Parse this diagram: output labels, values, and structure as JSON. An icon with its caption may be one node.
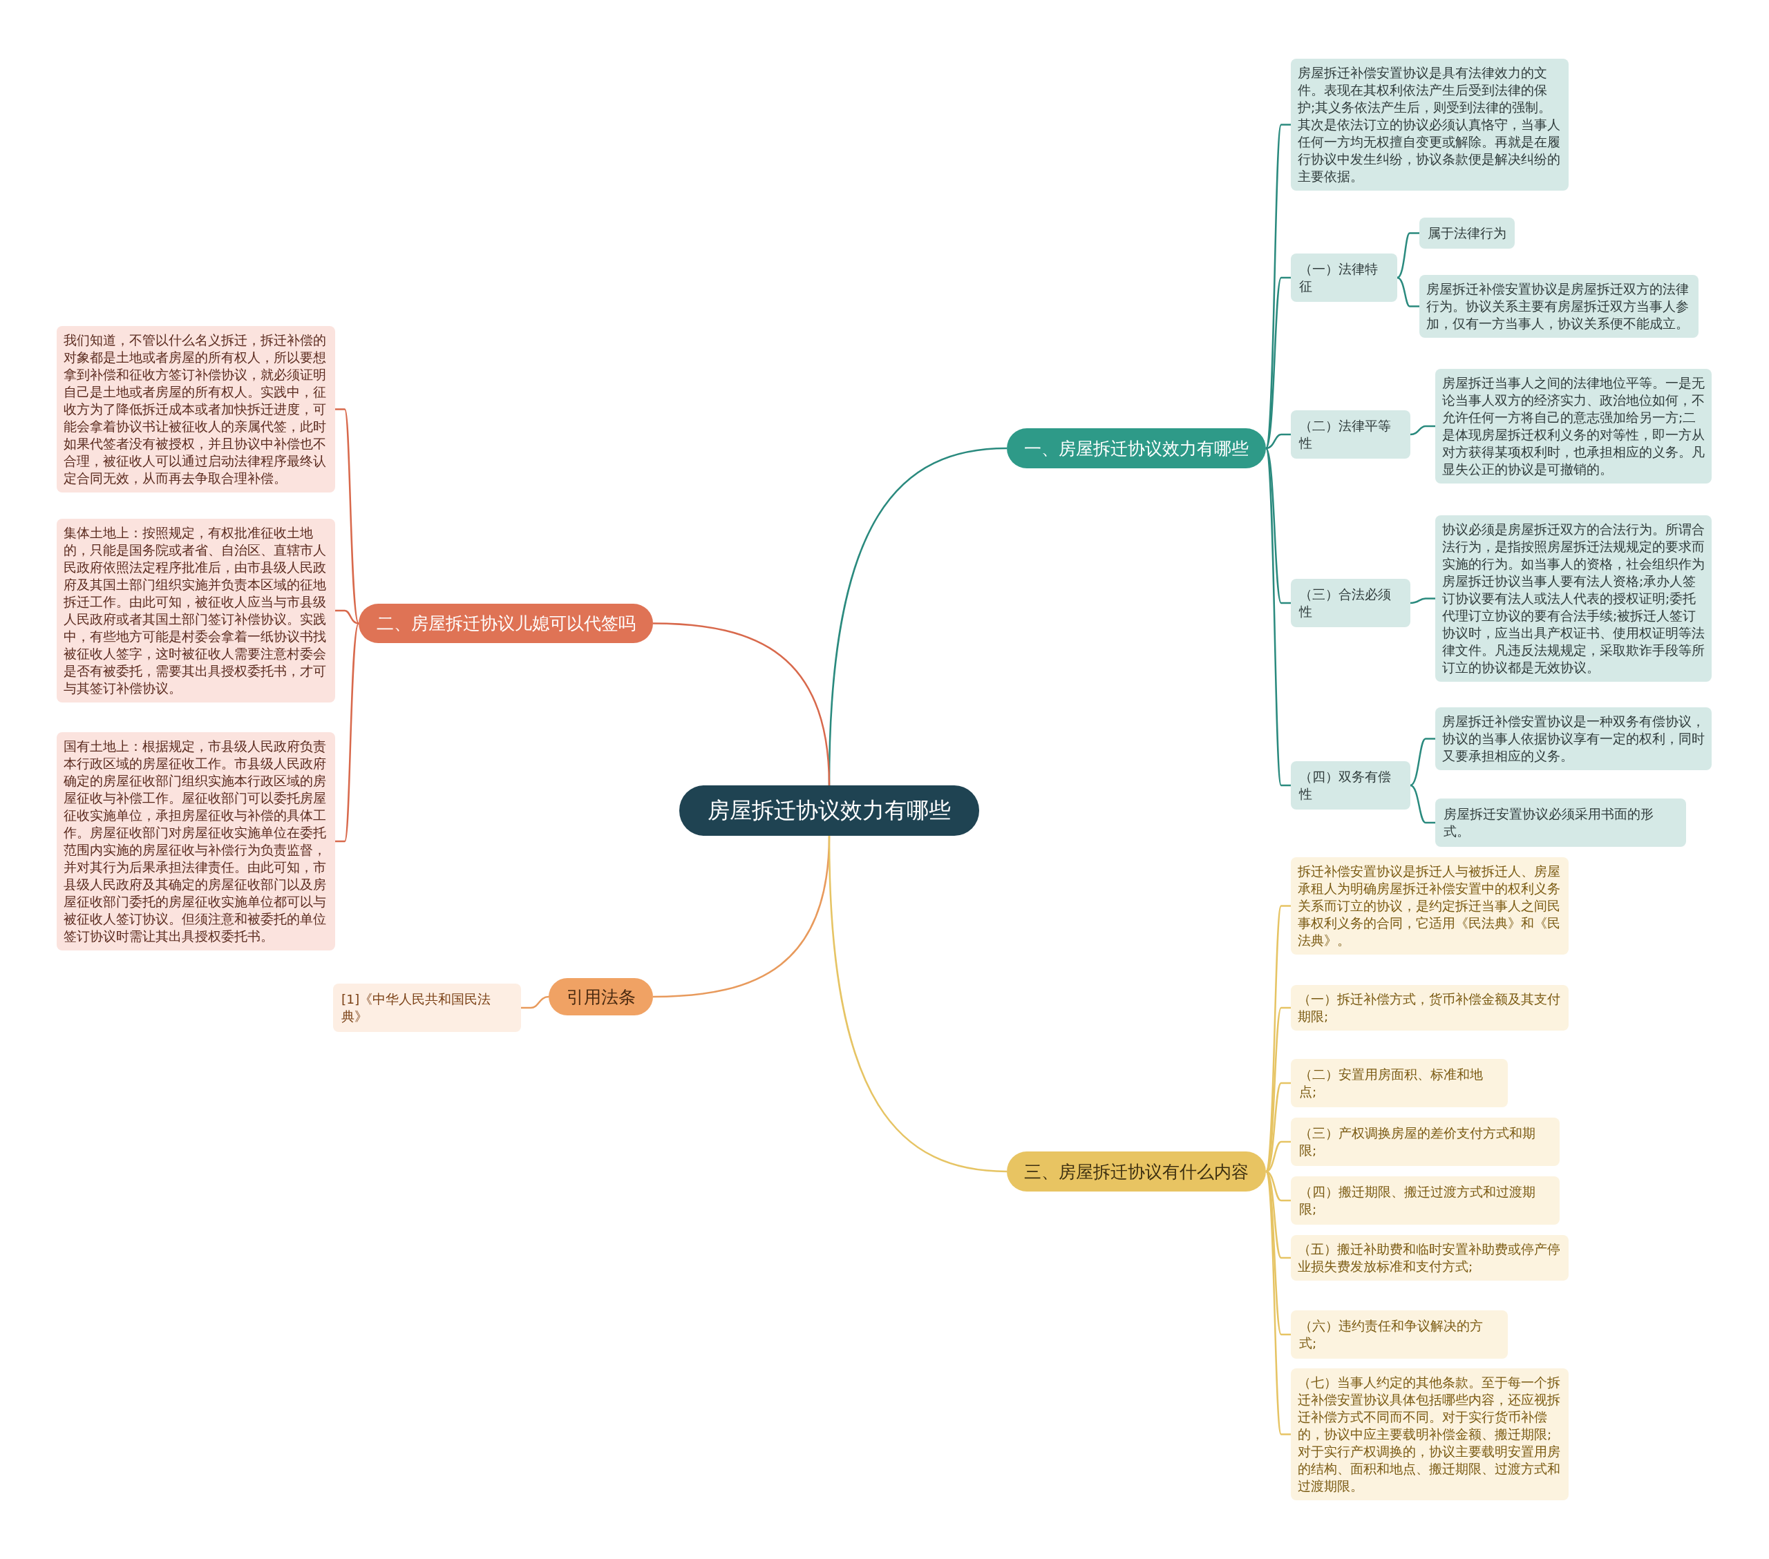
{
  "diagram": {
    "nodes": [
      {
        "text": [
          "房屋拆迁协议效力有哪些"
        ]
      },
      {
        "text": [
          "一、房屋拆迁协议效力有哪些"
        ]
      },
      {
        "text": [
          "房屋拆迁补偿安置协议是具有法律效力的文件。表现在其权利依法产生后受到法律的保护;其义务依法产生后，则受到法律的强制。其次是依法订立的协议必须认真恪守，当事人任何一方均无权擅自变更或解除。再就是在履行协议中发生纠纷，协议条款便是解决纠纷的主要依据。"
        ]
      },
      {
        "text": [
          "（一）法律特征"
        ]
      },
      {
        "text": [
          "属于法律行为"
        ]
      },
      {
        "text": [
          "房屋拆迁补偿安置协议是房屋拆迁双方的法律行为。协议关系主要有房屋拆迁双方当事人参加，仅有一方当事人，协议关系便不能成立。"
        ]
      },
      {
        "text": [
          "（二）法律平等性"
        ]
      },
      {
        "text": [
          "房屋拆迁当事人之间的法律地位平等。一是无论当事人双方的经济实力、政治地位如何，不允许任何一方将自己的意志强加给另一方;二是体现房屋拆迁权利义务的对等性，即一方从对方获得某项权利时，也承担相应的义务。凡显失公正的协议是可撤销的。"
        ]
      },
      {
        "text": [
          "（三）合法必须性"
        ]
      },
      {
        "text": [
          "协议必须是房屋拆迁双方的合法行为。所谓合法行为，是指按照房屋拆迁法规规定的要求而实施的行为。如当事人的资格，社会组织作为房屋拆迁协议当事人要有法人资格;承办人签订协议要有法人或法人代表的授权证明;委托代理订立协议的要有合法手续;被拆迁人签订协议时，应当出具产权证书、使用权证明等法律文件。凡违反法规规定，采取欺诈手段等所订立的协议都是无效协议。"
        ]
      },
      {
        "text": [
          "（四）双务有偿性"
        ]
      },
      {
        "text": [
          "房屋拆迁补偿安置协议是一种双务有偿协议，协议的当事人依据协议享有一定的权利，同时又要承担相应的义务。"
        ]
      },
      {
        "text": [
          "房屋拆迁安置协议必须采用书面的形式。"
        ]
      },
      {
        "text": [
          "二、房屋拆迁协议儿媳可以代签吗"
        ]
      },
      {
        "text": [
          "我们知道，不管以什么名义拆迁，拆迁补偿的对象都是土地或者房屋的所有权人，所以要想拿到补偿和征收方签订补偿协议，就必须证明自己是土地或者房屋的所有权人。实践中，征收方为了降低拆迁成本或者加快拆迁进度，可能会拿着协议书让被征收人的亲属代签，此时如果代签者没有被授权，并且协议中补偿也不合理，被征收人可以通过启动法律程序最终认定合同无效，从而再去争取合理补偿。"
        ]
      },
      {
        "text": [
          "集体土地上：按照规定，有权批准征收土地的，只能是国务院或者省、自治区、直辖市人民政府依照法定程序批准后，由市县级人民政府及其国土部门组织实施并负责本区域的征地拆迁工作。由此可知，被征收人应当与市县级人民政府或者其国土部门签订补偿协议。实践中，有些地方可能是村委会拿着一纸协议书找被征收人签字，这时被征收人需要注意村委会是否有被委托，需要其出具授权委托书，才可与其签订补偿协议。"
        ]
      },
      {
        "text": [
          "国有土地上：根据规定，市县级人民政府负责本行政区域的房屋征收工作。市县级人民政府确定的房屋征收部门组织实施本行政区域的房屋征收与补偿工作。屋征收部门可以委托房屋征收实施单位，承担房屋征收与补偿的具体工作。房屋征收部门对房屋征收实施单位在委托范围内实施的房屋征收与补偿行为负责监督，并对其行为后果承担法律责任。由此可知，市县级人民政府及其确定的房屋征收部门以及房屋征收部门委托的房屋征收实施单位都可以与被征收人签订协议。但须注意和被委托的单位签订协议时需让其出具授权委托书。"
        ]
      },
      {
        "text": [
          "引用法条"
        ]
      },
      {
        "text": [
          "[1]《中华人民共和国民法典》"
        ]
      },
      {
        "text": [
          "三、房屋拆迁协议有什么内容"
        ]
      },
      {
        "text": [
          "拆迁补偿安置协议是拆迁人与被拆迁人、房屋承租人为明确房屋拆迁补偿安置中的权利义务关系而订立的协议，是约定拆迁当事人之间民事权利义务的合同，它适用《民法典》和《民法典》。"
        ]
      },
      {
        "text": [
          "（一）拆迁补偿方式，货币补偿金额及其支付期限;"
        ]
      },
      {
        "text": [
          "（二）安置用房面积、标准和地点;"
        ]
      },
      {
        "text": [
          "（三）产权调换房屋的差价支付方式和期限;"
        ]
      },
      {
        "text": [
          "（四）搬迁期限、搬迁过渡方式和过渡期限;"
        ]
      },
      {
        "text": [
          "（五）搬迁补助费和临时安置补助费或停产停业损失费发放标准和支付方式;"
        ]
      },
      {
        "text": [
          "（六）违约责任和争议解决的方式;"
        ]
      },
      {
        "text": [
          "（七）当事人约定的其他条款。至于每一个拆迁补偿安置协议具体包括哪些内容，还应视拆迁补偿方式不同而不同。对于实行货币补偿的，协议中应主要载明补偿金额、搬迁期限;对于实行产权调换的，协议主要载明安置用房的结构、面积和地点、搬迁期限、过渡方式和过渡期限。"
        ]
      }
    ],
    "edges": [
      {
        "from": 0,
        "to": 1,
        "arrow": "none"
      },
      {
        "from": 1,
        "to": 2,
        "arrow": "none"
      },
      {
        "from": 1,
        "to": 3,
        "arrow": "none"
      },
      {
        "from": 3,
        "to": 4,
        "arrow": "none"
      },
      {
        "from": 3,
        "to": 5,
        "arrow": "none"
      },
      {
        "from": 1,
        "to": 6,
        "arrow": "none"
      },
      {
        "from": 6,
        "to": 7,
        "arrow": "none"
      },
      {
        "from": 1,
        "to": 8,
        "arrow": "none"
      },
      {
        "from": 8,
        "to": 9,
        "arrow": "none"
      },
      {
        "from": 1,
        "to": 10,
        "arrow": "none"
      },
      {
        "from": 10,
        "to": 11,
        "arrow": "none"
      },
      {
        "from": 10,
        "to": 12,
        "arrow": "none"
      },
      {
        "from": 0,
        "to": 13,
        "arrow": "none",
        "color": "#d8694c"
      },
      {
        "from": 13,
        "to": 14,
        "arrow": "none",
        "color": "#d8694c"
      },
      {
        "from": 13,
        "to": 15,
        "arrow": "none",
        "color": "#d8694c"
      },
      {
        "from": 13,
        "to": 16,
        "arrow": "none",
        "color": "#d8694c"
      },
      {
        "from": 0,
        "to": 17,
        "arrow": "none",
        "color": "#e89a5c"
      },
      {
        "from": 17,
        "to": 18,
        "arrow": "none",
        "color": "#e89a5c"
      },
      {
        "from": 0,
        "to": 19,
        "arrow": "none",
        "color": "#e6c464"
      },
      {
        "from": 19,
        "to": 20,
        "arrow": "none",
        "color": "#e6c464"
      },
      {
        "from": 19,
        "to": 21,
        "arrow": "none",
        "color": "#e6c464"
      },
      {
        "from": 19,
        "to": 22,
        "arrow": "none",
        "color": "#e6c464"
      },
      {
        "from": 19,
        "to": 23,
        "arrow": "none",
        "color": "#e6c464"
      },
      {
        "from": 19,
        "to": 24,
        "arrow": "none",
        "color": "#e6c464"
      },
      {
        "from": 19,
        "to": 25,
        "arrow": "none",
        "color": "#e6c464"
      },
      {
        "from": 19,
        "to": 26,
        "arrow": "none",
        "color": "#e6c464"
      },
      {
        "from": 19,
        "to": 27,
        "arrow": "none",
        "color": "#e6c464"
      }
    ]
  }
}
